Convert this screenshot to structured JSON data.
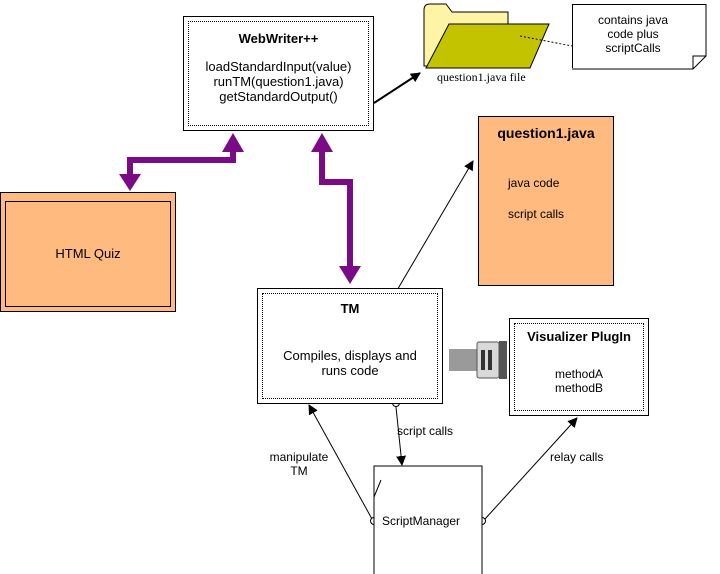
{
  "webwriter": {
    "title": "WebWriter++",
    "methods": [
      "loadStandardInput(value)",
      "runTM(question1.java)",
      "getStandardOutput()"
    ]
  },
  "folder": {
    "label": "question1.java file"
  },
  "note": {
    "lines": [
      "contains java",
      "code plus",
      "scriptCalls"
    ]
  },
  "question_box": {
    "title": "question1.java",
    "lines": [
      "java code",
      "script calls"
    ]
  },
  "quiz": {
    "label": "HTML Quiz"
  },
  "tm": {
    "title": "TM",
    "lines": [
      "Compiles, displays and",
      "runs code"
    ]
  },
  "visualizer": {
    "title": "Visualizer PlugIn",
    "methods": [
      "methodA",
      "methodB"
    ]
  },
  "script_manager": {
    "label": "ScriptManager"
  },
  "edges": {
    "script_calls": "script calls",
    "manipulate": [
      "manipulate",
      "TM"
    ],
    "relay_calls": "relay calls"
  },
  "colors": {
    "peach": "#FFBB7F",
    "purple": "#7B0A87",
    "folder_front": "#C3C300",
    "folder_back": "#FFF3A6",
    "plug_gray": "#9A9A9A"
  }
}
